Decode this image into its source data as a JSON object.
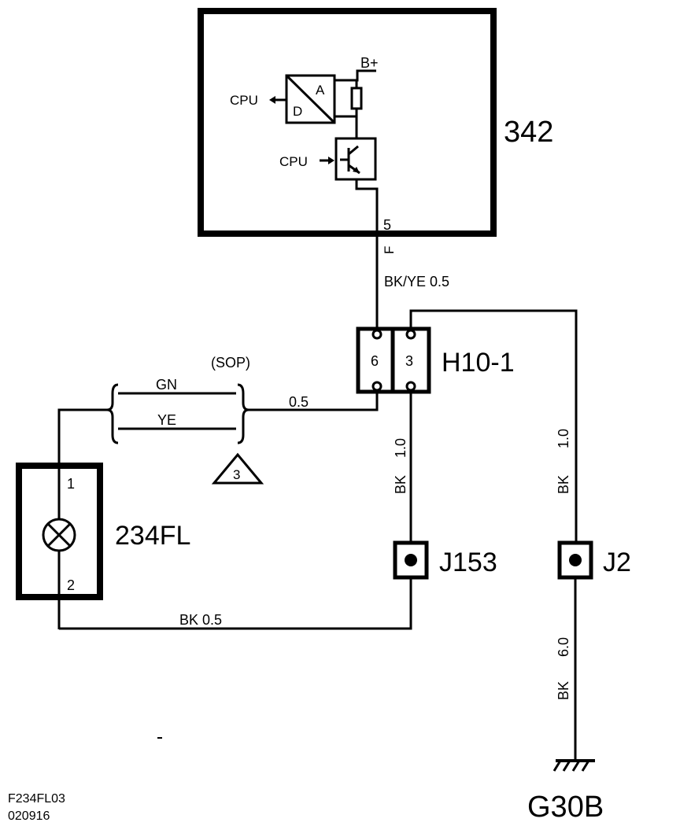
{
  "diagram_code": "F234FL03",
  "diagram_date": "020916",
  "module": {
    "id": "342",
    "supply": "B+",
    "ad_top": "A",
    "ad_bottom": "D",
    "cpu_out": "CPU",
    "cpu_in": "CPU",
    "pin": "5",
    "connector": "F"
  },
  "wires": {
    "module_to_splice": "BK/YE  0.5",
    "sop_to_splice": "0.5",
    "splice_to_j153_color": "BK",
    "splice_to_j153_size": "1.0",
    "splice_to_j2_color": "BK",
    "splice_to_j2_size": "1.0",
    "lamp_return": "BK  0.5",
    "j2_to_ground_color": "BK",
    "j2_to_ground_size": "6.0"
  },
  "sop": {
    "label": "(SOP)",
    "line1": "GN",
    "line2": "YE",
    "note": "3"
  },
  "connector_h": {
    "id": "H10-1",
    "pin_left": "6",
    "pin_right": "3"
  },
  "lamp": {
    "id": "234FL",
    "pin1": "1",
    "pin2": "2"
  },
  "splices": {
    "j153": "J153",
    "j2": "J2"
  },
  "ground": {
    "id": "G30B"
  }
}
